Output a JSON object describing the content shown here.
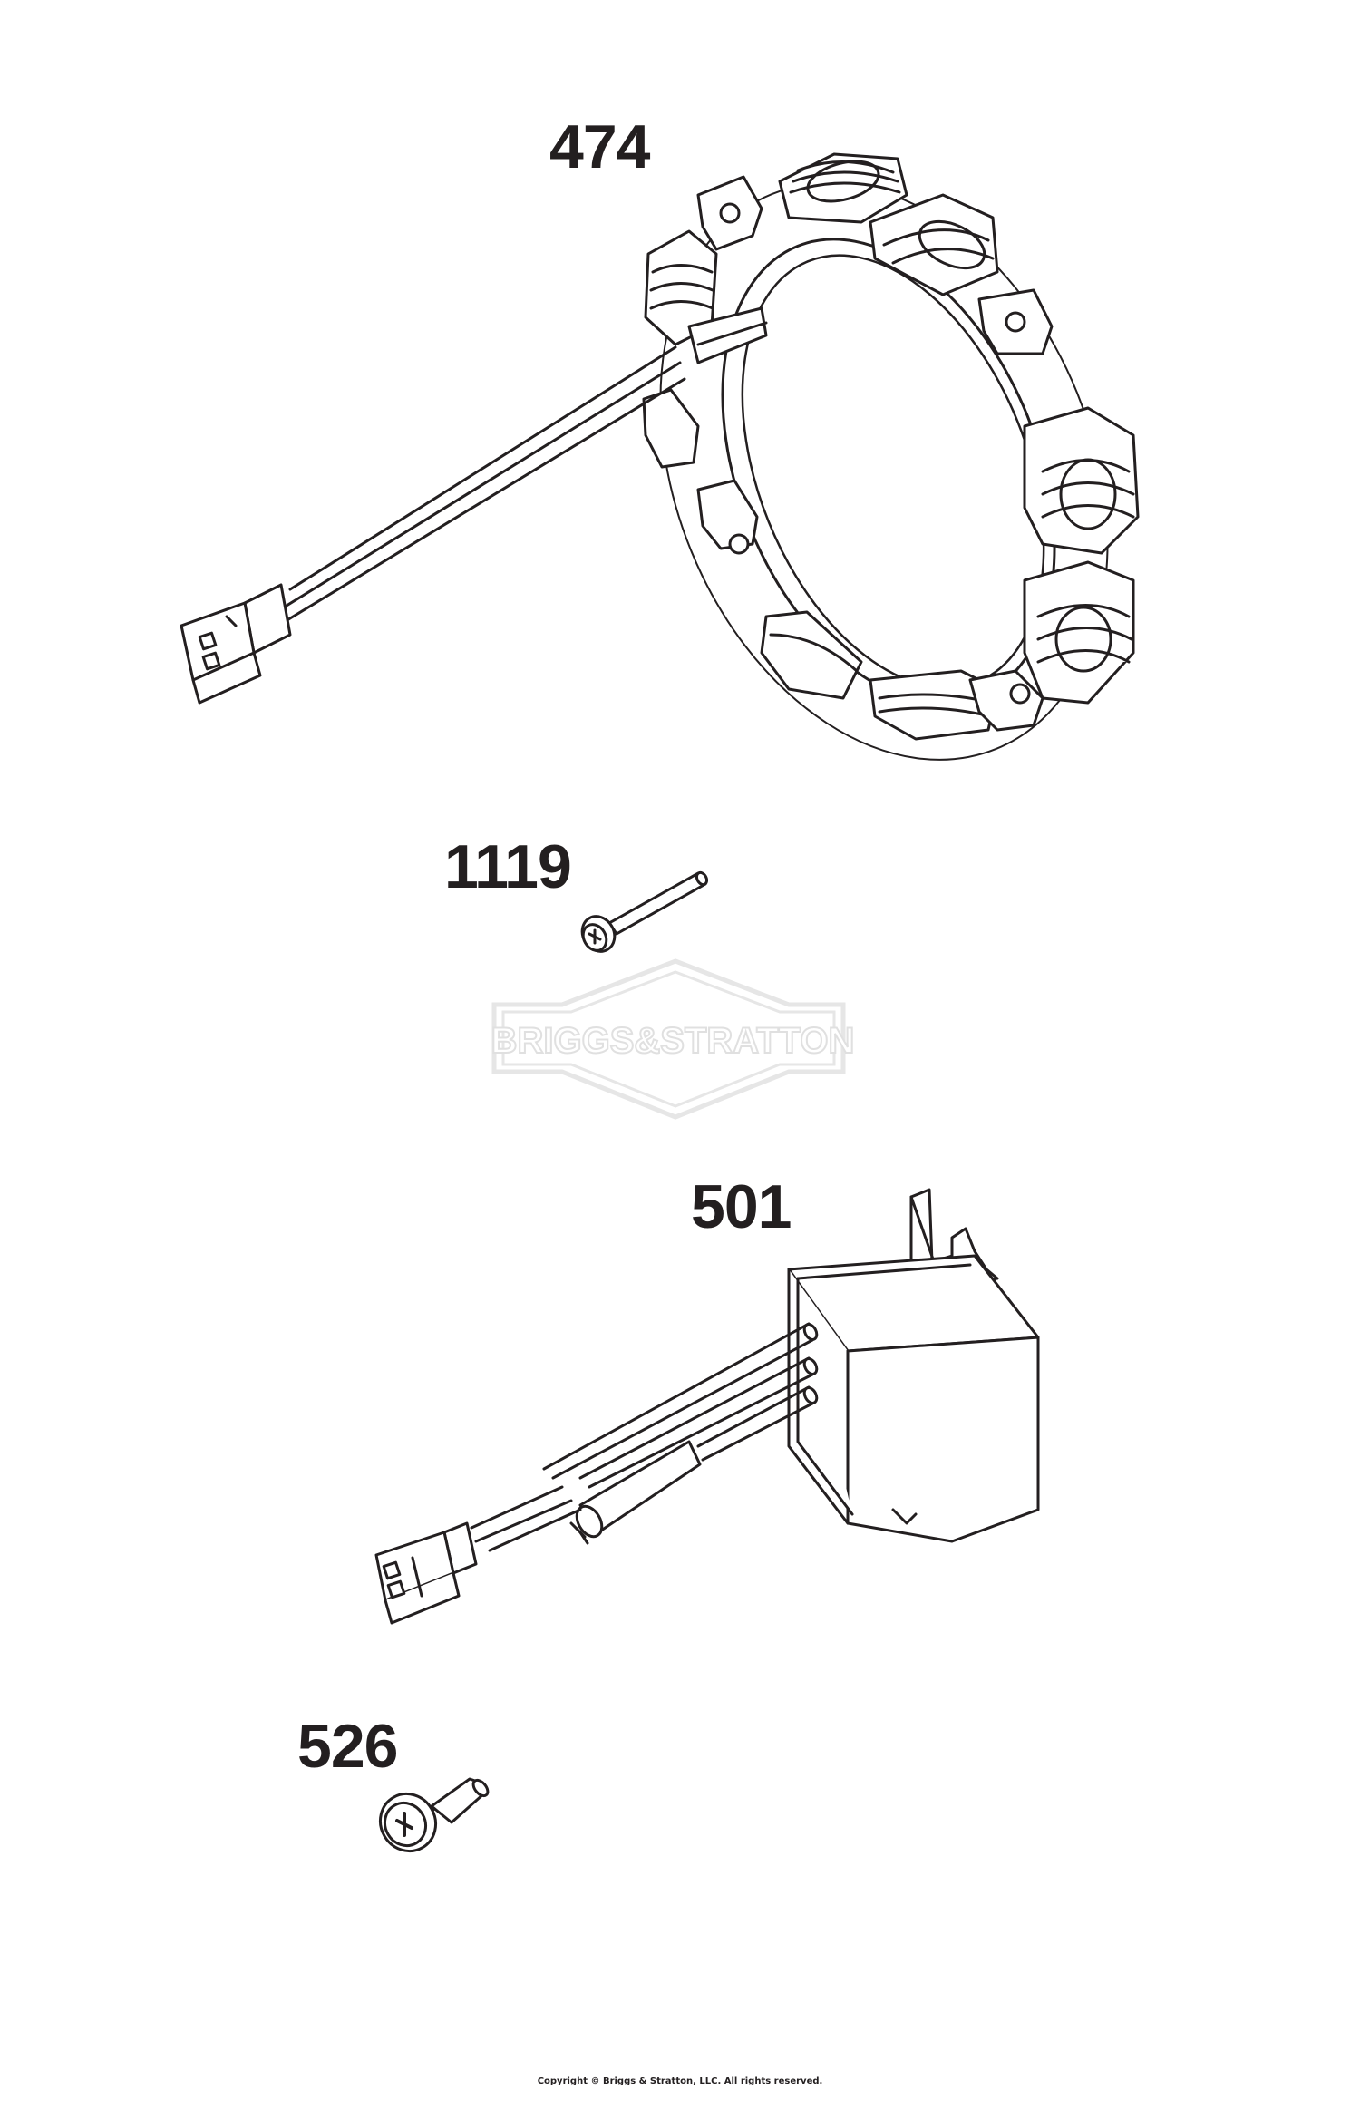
{
  "parts": [
    {
      "number": "474",
      "name": "stator"
    },
    {
      "number": "1119",
      "name": "bolt"
    },
    {
      "number": "501",
      "name": "regulator"
    },
    {
      "number": "526",
      "name": "screw"
    }
  ],
  "watermark": {
    "text": "BRIGGS&STRATTON"
  },
  "footer": {
    "copyright": "Copyright © Briggs & Stratton, LLC. All rights reserved."
  },
  "colors": {
    "line": "#231f20",
    "watermark": "#e6e6e6"
  }
}
